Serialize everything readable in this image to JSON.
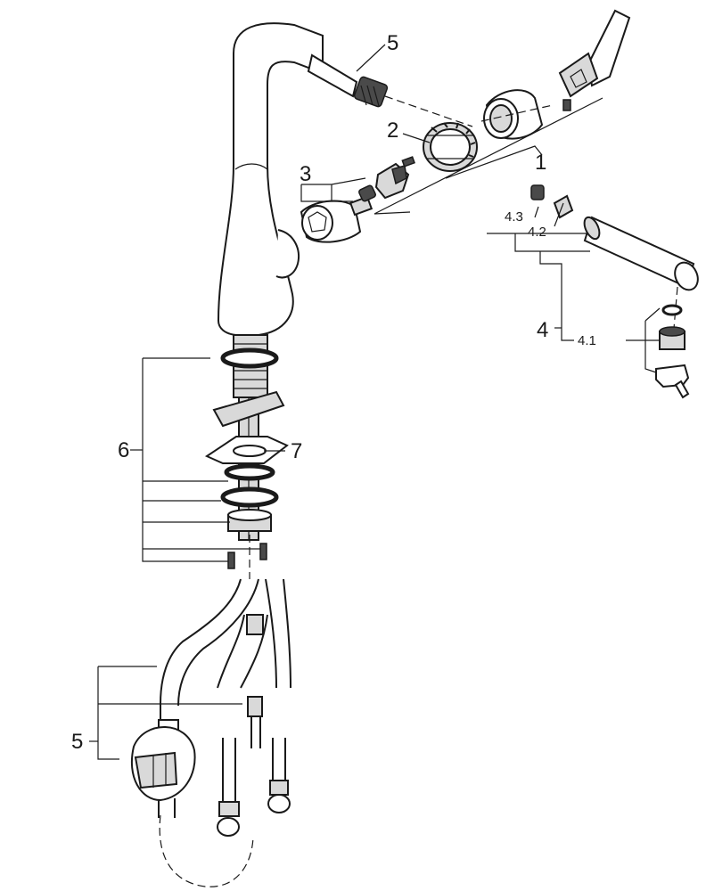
{
  "callouts": {
    "c1": "1",
    "c2": "2",
    "c3": "3",
    "c4": "4",
    "c41": "4.1",
    "c42": "4.2",
    "c43": "4.3",
    "c5_top": "5",
    "c5_bottom": "5",
    "c6": "6",
    "c7": "7"
  },
  "colors": {
    "line": "#1a1a1a",
    "part_fill": "#d9d9d9",
    "dark_fill": "#4a4a4a",
    "background": "#ffffff"
  }
}
